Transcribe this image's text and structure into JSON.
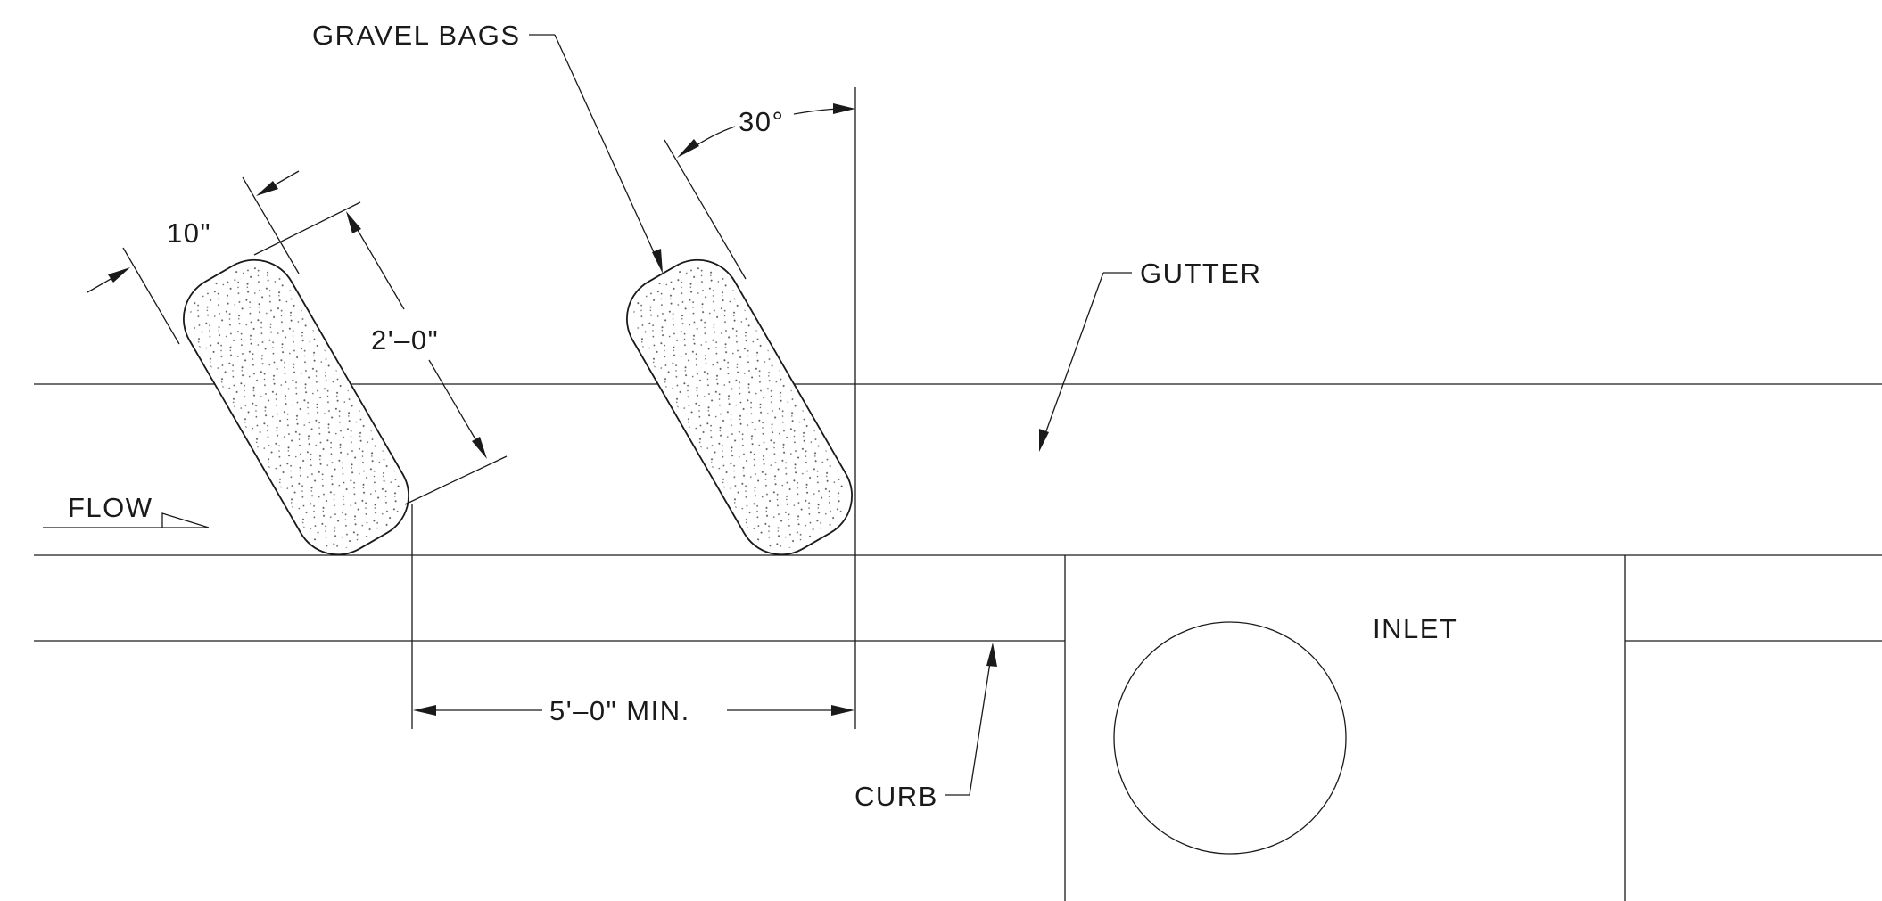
{
  "labels": {
    "gravel_bags": "GRAVEL BAGS",
    "angle": "30°",
    "bag_width": "10\"",
    "bag_length": "2'–0\"",
    "gutter": "GUTTER",
    "flow": "FLOW",
    "inlet": "INLET",
    "spacing": "5'–0\" MIN.",
    "curb": "CURB"
  }
}
